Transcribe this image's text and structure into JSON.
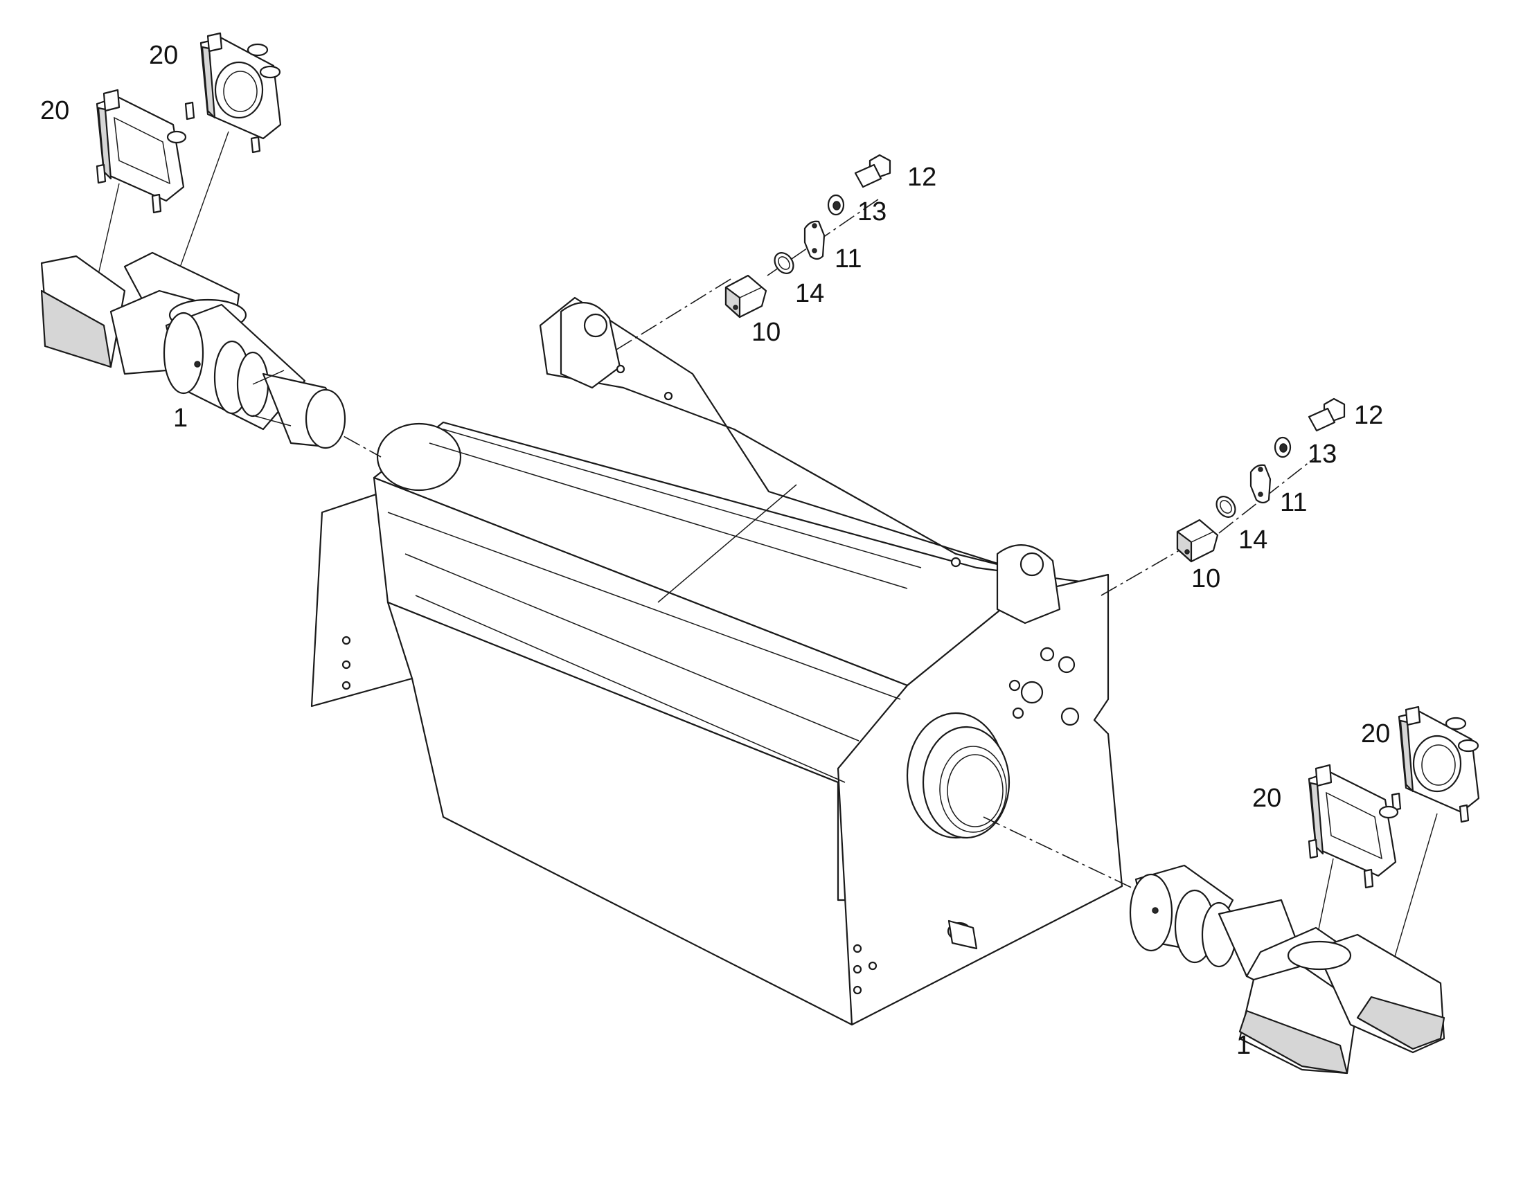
{
  "callouts": {
    "left_clamp_upper": "20",
    "left_clamp_lower": "20",
    "left_pin": "1",
    "top_bolt": "12",
    "top_washer": "13",
    "top_plate": "11",
    "top_ring": "14",
    "top_bushing": "10",
    "right_bolt": "12",
    "right_washer": "13",
    "right_plate": "11",
    "right_ring": "14",
    "right_bushing": "10",
    "right_clamp_upper": "20",
    "right_clamp_lower": "20",
    "right_pin": "1"
  }
}
